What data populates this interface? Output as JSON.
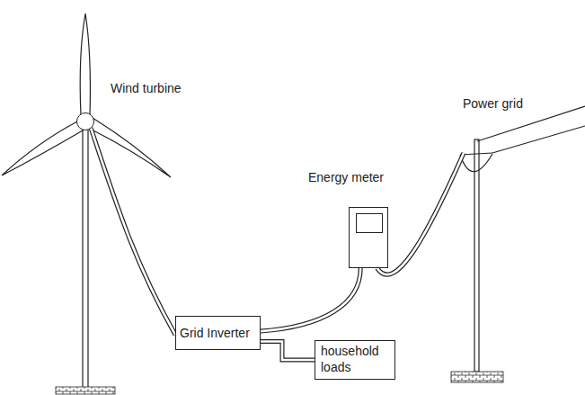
{
  "diagram": {
    "nodes": [
      {
        "text": [
          "Wind turbine"
        ]
      },
      {
        "text": [
          "Energy meter"
        ]
      },
      {
        "text": [
          "Power grid"
        ]
      },
      {
        "text": [
          "Grid Inverter"
        ]
      },
      {
        "text": [
          "household loads"
        ]
      }
    ],
    "edges": [
      {
        "from": 0,
        "to": 3,
        "arrow": "none"
      },
      {
        "from": 3,
        "to": 1,
        "arrow": "none"
      },
      {
        "from": 3,
        "to": 4,
        "arrow": "none"
      },
      {
        "from": 1,
        "to": 2,
        "arrow": "none"
      }
    ]
  }
}
